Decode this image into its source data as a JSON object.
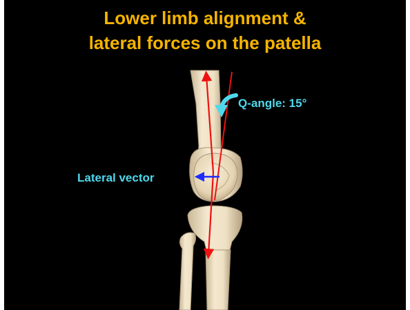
{
  "title": {
    "line1": "Lower limb alignment &",
    "line2": "lateral forces on the patella"
  },
  "labels": {
    "q_angle": "Q-angle: 15°",
    "lateral_vector": "Lateral vector"
  },
  "colors": {
    "background": "#000000",
    "title": "#f5b400",
    "label": "#4fd8ec",
    "force_line": "#ee1111",
    "lateral_arrow": "#1e2bff",
    "bone": "#eedfc2",
    "bone_shadow": "#b9a584"
  },
  "icons": [
    "curved-arrow-icon"
  ]
}
